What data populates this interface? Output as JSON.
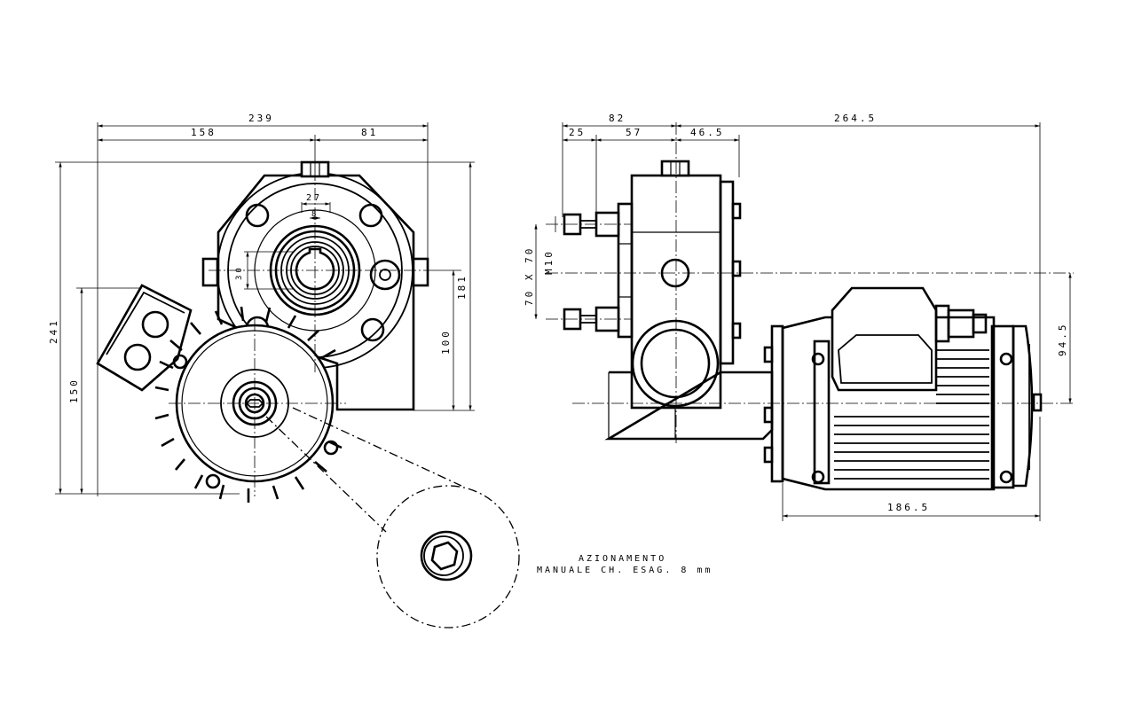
{
  "front_view": {
    "dim_total_width": "239",
    "dim_left_width": "158",
    "dim_right_width": "81",
    "dim_hub_outer": "27",
    "dim_key": "8",
    "dim_bore": "30",
    "dim_total_height": "241",
    "dim_motor_height": "150",
    "dim_box_height": "181",
    "dim_box_axis": "100"
  },
  "side_view": {
    "dim_flange_width": "82",
    "dim_stud_offset": "25",
    "dim_stud_span": "57",
    "dim_body_half": "46.5",
    "dim_overall_length": "264.5",
    "dim_flange_square": "70 X 70",
    "dim_thread": "M10",
    "dim_axis_height": "94.5",
    "dim_motor_length": "186.5"
  },
  "note": {
    "line1": "AZIONAMENTO",
    "line2": "MANUALE CH. ESAG. 8 mm"
  }
}
